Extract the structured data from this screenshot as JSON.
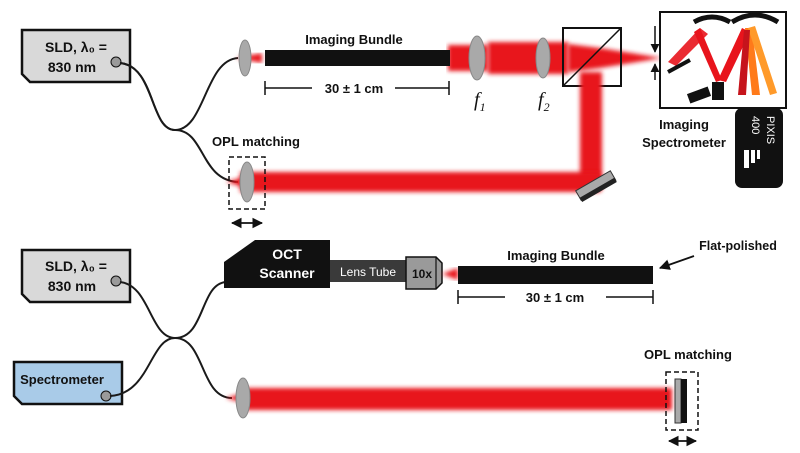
{
  "top": {
    "source": {
      "line1": "SLD, λ₀ =",
      "line2": "830 nm"
    },
    "bundle": {
      "label": "Imaging Bundle",
      "length": "30 ± 1 cm"
    },
    "lens_f1": {
      "symbol": "f",
      "sub": "1"
    },
    "lens_f2": {
      "symbol": "f",
      "sub": "2"
    },
    "opl": {
      "label": "OPL matching"
    },
    "spectrometer": {
      "line1": "Imaging",
      "line2": "Spectrometer"
    },
    "camera": {
      "brand": "PIXIS",
      "model": "400"
    }
  },
  "bottom": {
    "source": {
      "line1": "SLD, λ₀ =",
      "line2": "830 nm"
    },
    "scanner": {
      "line1": "OCT",
      "line2": "Scanner"
    },
    "lens_tube": {
      "label": "Lens Tube"
    },
    "objective": {
      "label": "10x"
    },
    "bundle": {
      "label": "Imaging Bundle",
      "length": "30 ± 1 cm",
      "end_note": "Flat-polished"
    },
    "spectrometer": {
      "label": "Spectrometer"
    },
    "opl": {
      "label": "OPL matching"
    }
  },
  "colors": {
    "beam": "#e8141c",
    "fiber": "#1a1a1a",
    "lens": "#a9a9a9",
    "source_box": "#d9d9d9",
    "spectrometer_box": "#a9cbe8"
  }
}
